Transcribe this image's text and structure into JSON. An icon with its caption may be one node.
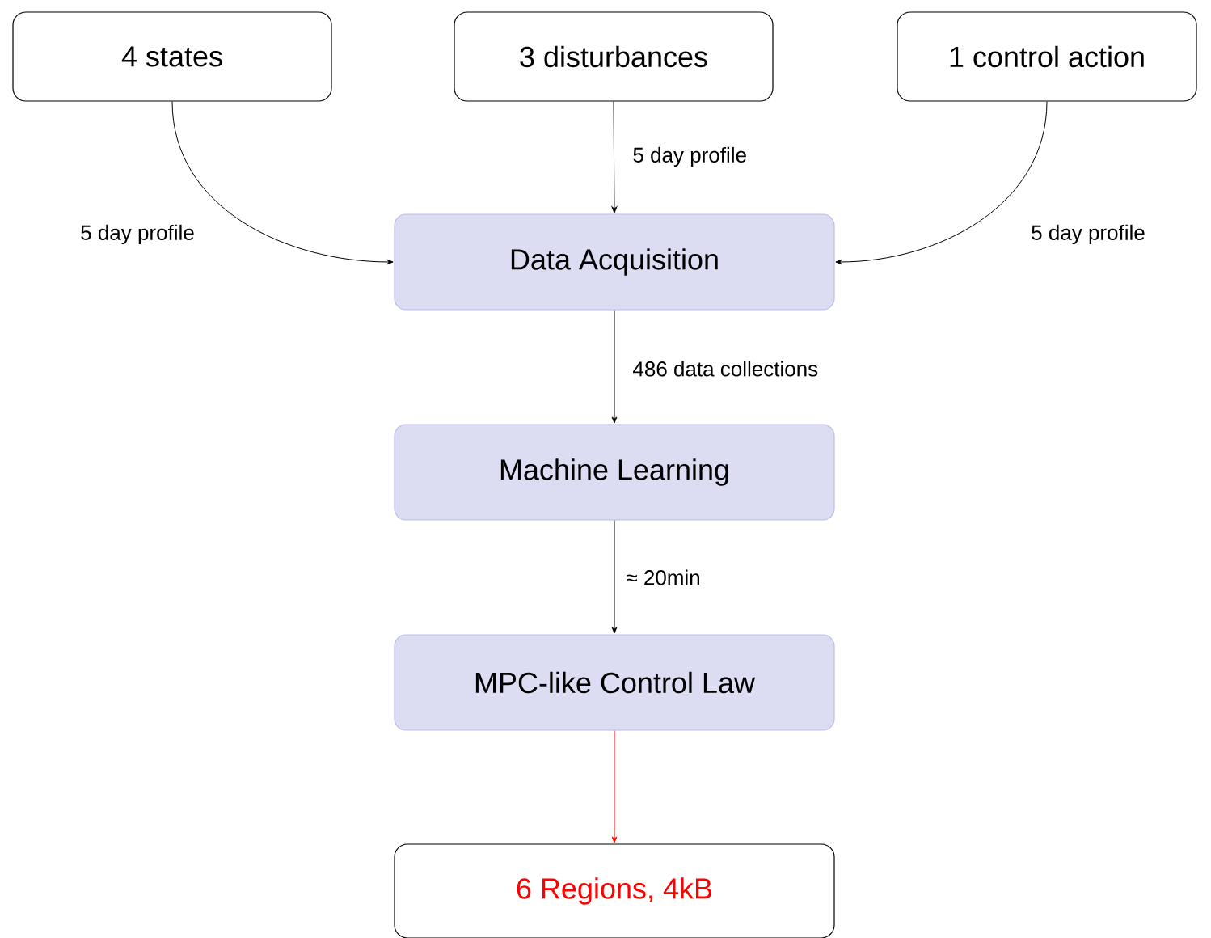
{
  "diagram": {
    "nodes": [
      {
        "text": [
          "4 states"
        ]
      },
      {
        "text": [
          "3 disturbances"
        ]
      },
      {
        "text": [
          "1 control action"
        ]
      },
      {
        "text": [
          "Data Acquisition"
        ]
      },
      {
        "text": [
          "Machine Learning"
        ]
      },
      {
        "text": [
          "MPC-like Control Law"
        ]
      },
      {
        "text": [
          "6 Regions, 4kB"
        ]
      }
    ],
    "edges": [
      {
        "from": 0,
        "to": 3,
        "arrow": "to",
        "label": "5 day profile"
      },
      {
        "from": 1,
        "to": 3,
        "arrow": "to",
        "label": "5 day profile"
      },
      {
        "from": 2,
        "to": 3,
        "arrow": "to",
        "label": "5 day profile"
      },
      {
        "from": 3,
        "to": 4,
        "arrow": "to",
        "label": "486 data collections"
      },
      {
        "from": 4,
        "to": 5,
        "arrow": "to",
        "label": "≈ 20min"
      },
      {
        "from": 5,
        "to": 6,
        "arrow": "to",
        "color": "#ff0000"
      }
    ]
  }
}
